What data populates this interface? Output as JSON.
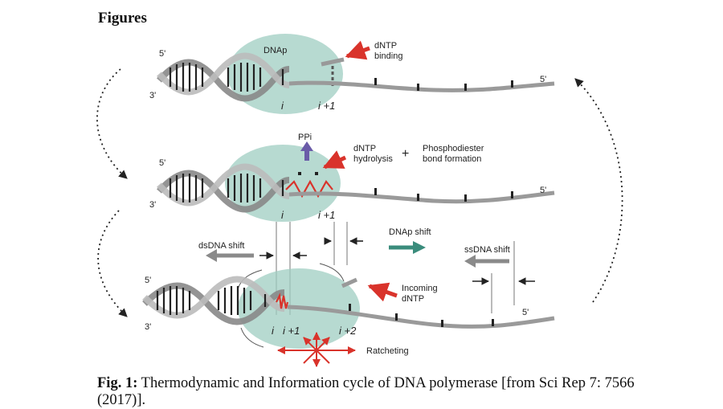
{
  "page": {
    "heading": "Figures"
  },
  "figure": {
    "row1": {
      "label_5prime_left": "5'",
      "label_3prime_left": "3'",
      "label_5prime_right": "5'",
      "dnap_label": "DNAp",
      "dntp_binding": [
        "dNTP",
        "binding"
      ],
      "pos_i": "i",
      "pos_i1": "i +1"
    },
    "row2": {
      "label_5prime_left": "5'",
      "label_3prime_left": "3'",
      "label_5prime_right": "5'",
      "ppi": "PPi",
      "dntp_hydrolysis": [
        "dNTP",
        "hydrolysis"
      ],
      "plus": "+",
      "phosphodiester": [
        "Phosphodiester",
        "bond formation"
      ],
      "pos_i": "i",
      "pos_i1": "i +1"
    },
    "shifts": {
      "dsdna_shift": "dsDNA shift",
      "dnap_shift": "DNAp shift",
      "ssdna_shift": "ssDNA shift"
    },
    "row3": {
      "label_5prime_left": "5'",
      "label_3prime_left": "3'",
      "label_5prime_right": "5'",
      "incoming_dntp": [
        "Incoming",
        "dNTP"
      ],
      "pos_i": "i",
      "pos_i1": "i +1",
      "pos_i2": "i +2",
      "ratcheting": "Ratcheting"
    },
    "colors": {
      "polymerase": "#9fcdc2",
      "red_accent": "#d9332b",
      "teal_arrow": "#3a8c7c",
      "gray_arrow": "#8a8a8a",
      "purple_arrow": "#6a5ba8"
    }
  },
  "caption": {
    "prefix": "Fig. 1:",
    "text": " Thermodynamic and Information cycle of DNA polymerase [from Sci Rep 7: 7566 (2017)]."
  }
}
